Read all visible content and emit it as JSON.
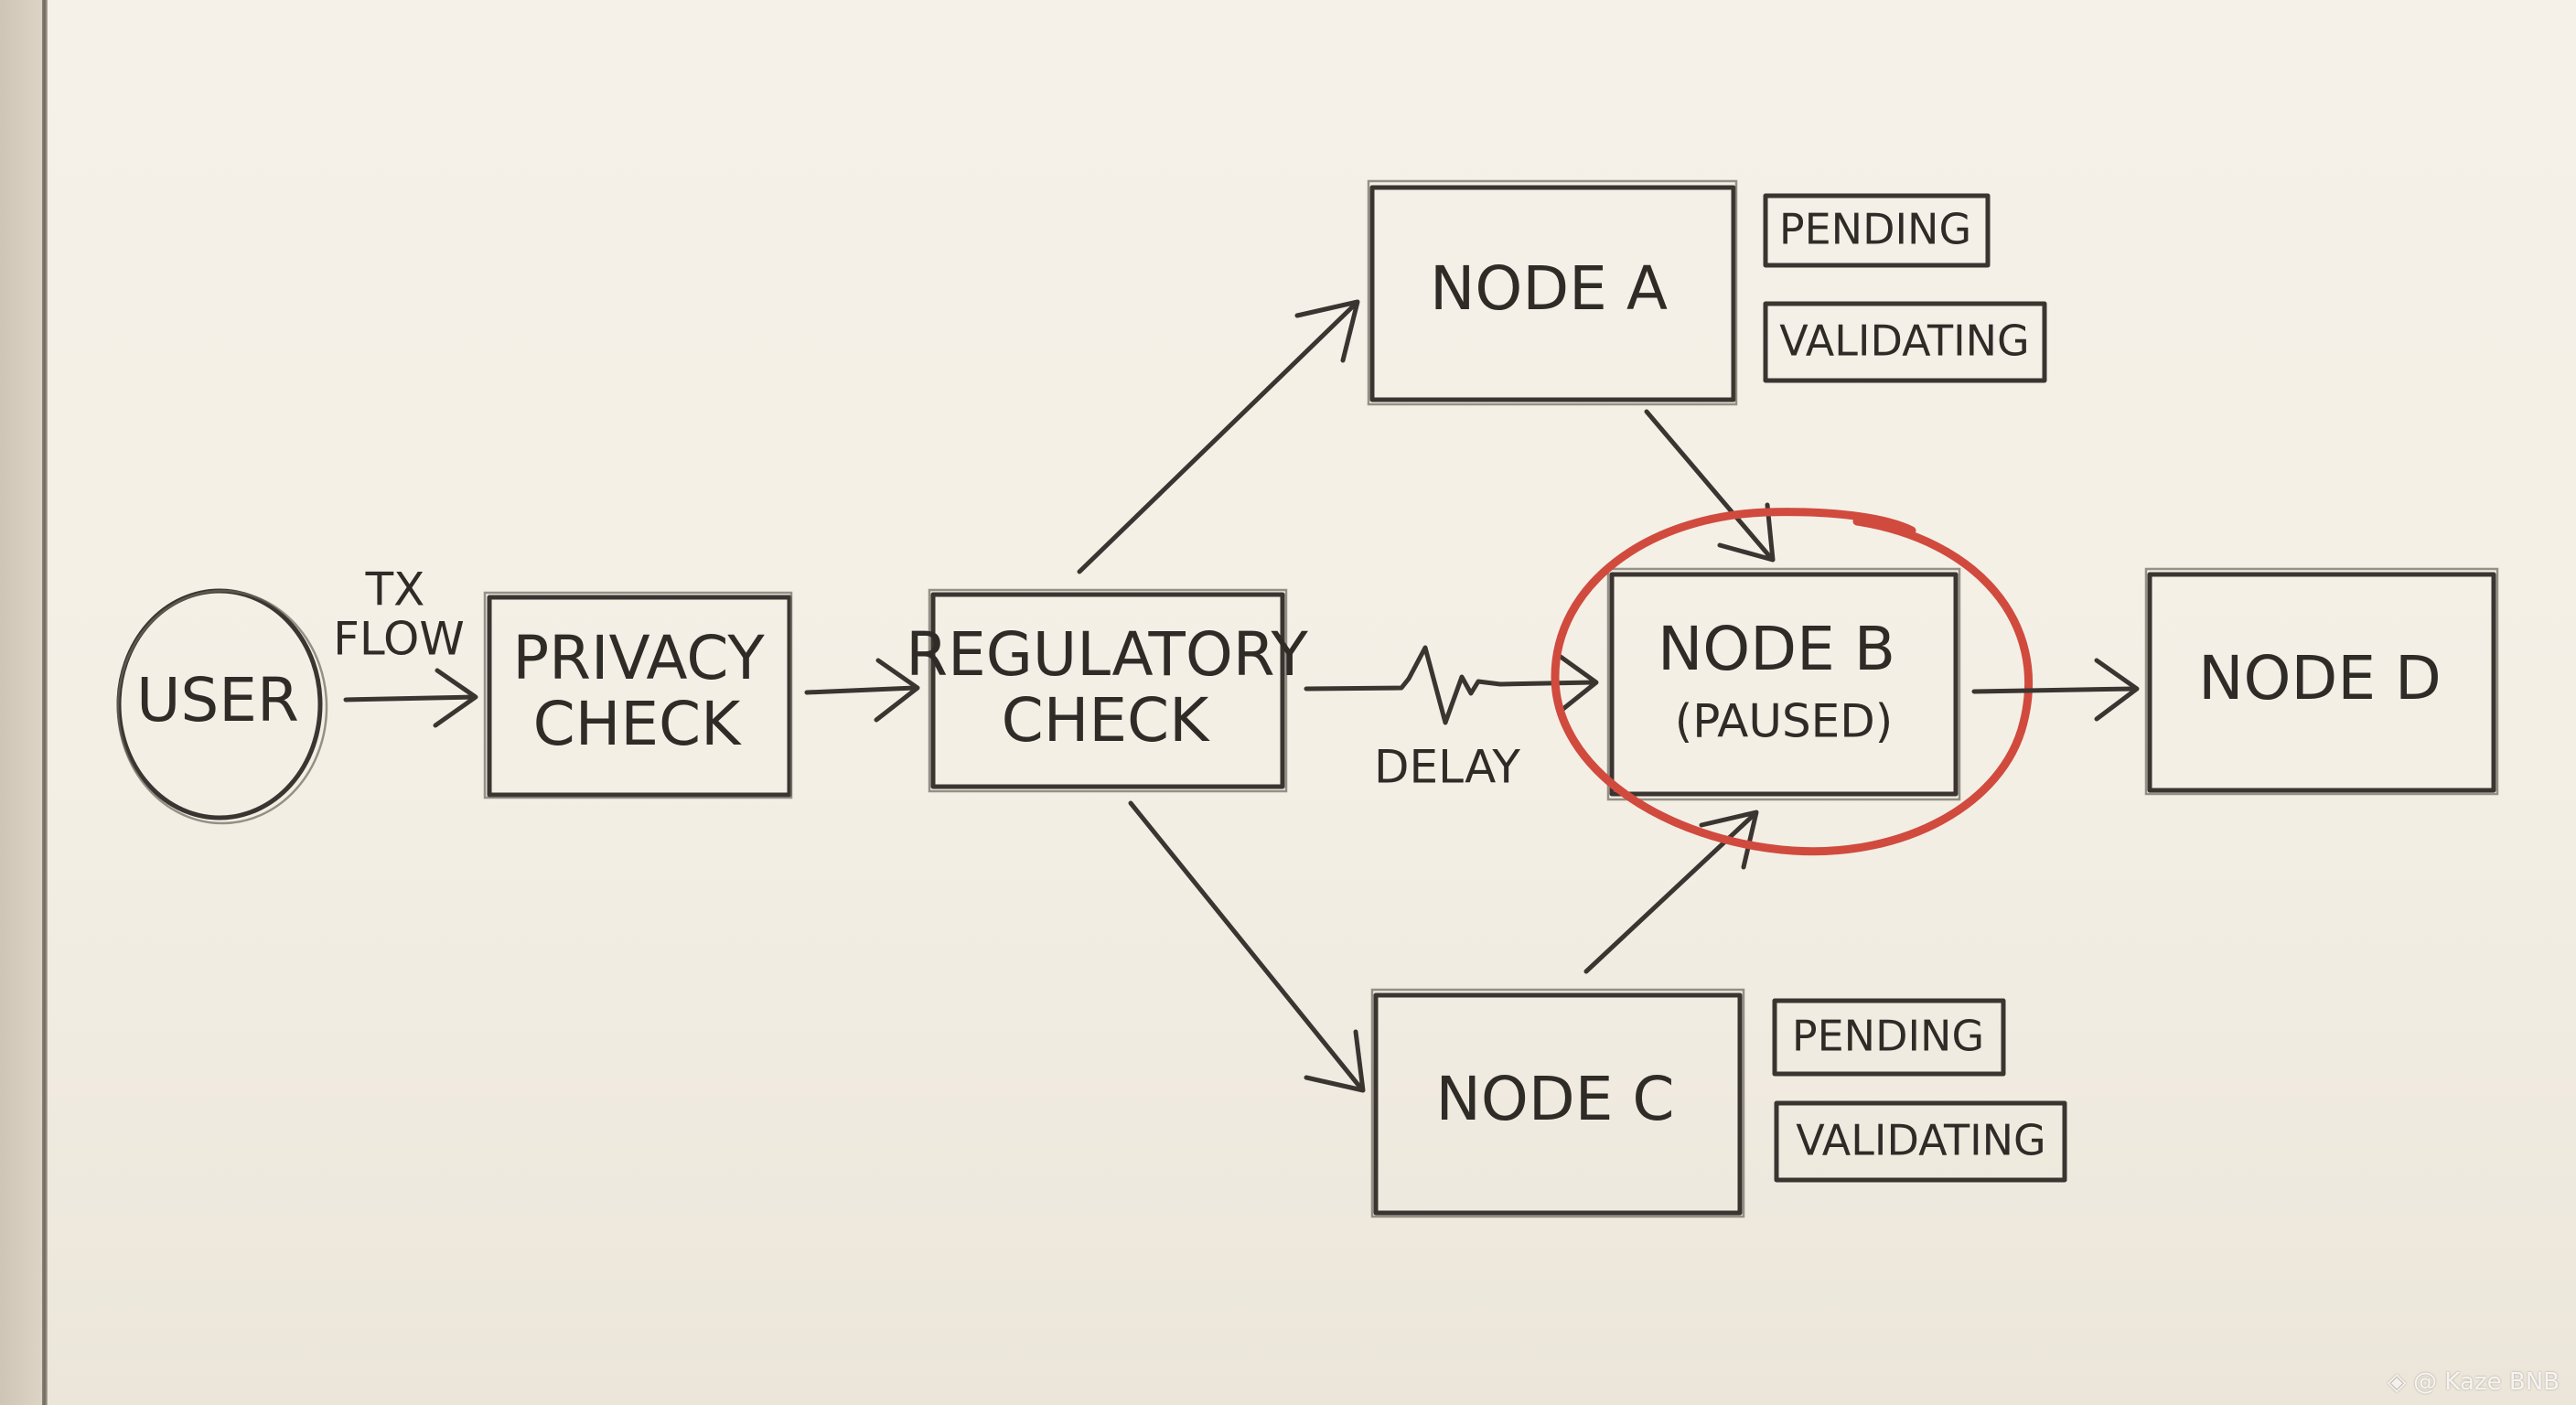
{
  "diagram": {
    "title": "Transaction flow sketch",
    "colors": {
      "ink": "#3a3530",
      "highlight": "#d14a3e",
      "paper": "#f4f0e6"
    },
    "nodes": {
      "user": "USER",
      "privacy_check": [
        "PRIVACY",
        "CHECK"
      ],
      "regulatory_check": [
        "REGULATORY",
        "CHECK"
      ],
      "node_a": "NODE A",
      "node_b": [
        "NODE B",
        "(PAUSED)"
      ],
      "node_c": "NODE C",
      "node_d": "NODE D"
    },
    "edge_labels": {
      "tx_flow": [
        "TX",
        "FLOW"
      ],
      "delay": "DELAY"
    },
    "status_tags": {
      "node_a": [
        "PENDING",
        "VALIDATING"
      ],
      "node_c": [
        "PENDING",
        "VALIDATING"
      ]
    },
    "highlighted_node": "NODE B",
    "edges": [
      {
        "from": "USER",
        "to": "PRIVACY CHECK",
        "label": "TX FLOW"
      },
      {
        "from": "PRIVACY CHECK",
        "to": "REGULATORY CHECK"
      },
      {
        "from": "REGULATORY CHECK",
        "to": "NODE A"
      },
      {
        "from": "REGULATORY CHECK",
        "to": "NODE B",
        "label": "DELAY"
      },
      {
        "from": "REGULATORY CHECK",
        "to": "NODE C"
      },
      {
        "from": "NODE A",
        "to": "NODE B"
      },
      {
        "from": "NODE C",
        "to": "NODE B"
      },
      {
        "from": "NODE B",
        "to": "NODE D"
      }
    ]
  },
  "watermark": {
    "logo_icon": "binance-logo-icon",
    "text": "@ Kaze BNB"
  }
}
